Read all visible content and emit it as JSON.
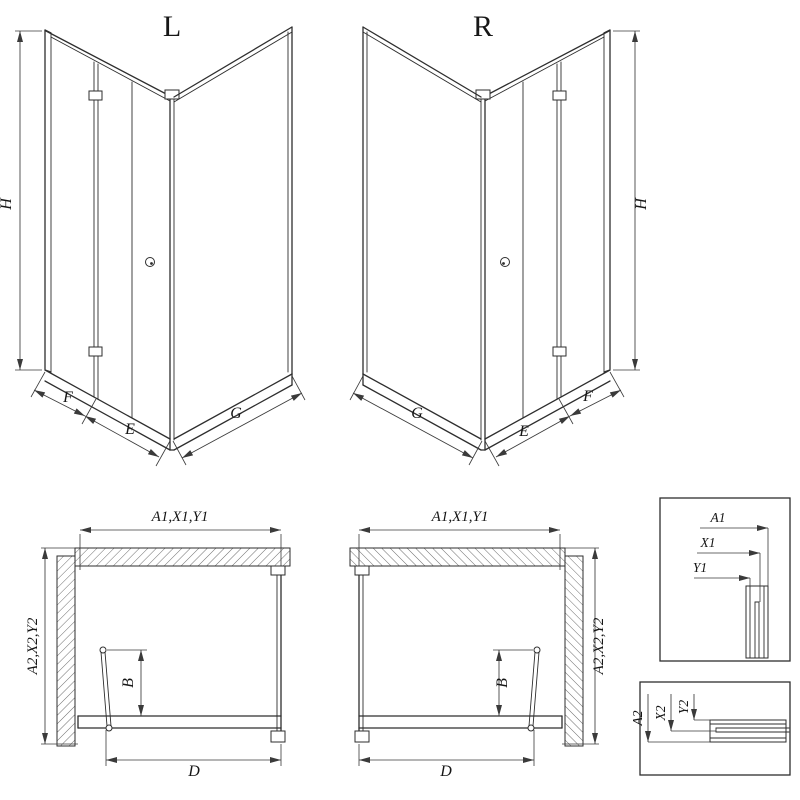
{
  "iso_left": {
    "title": "L",
    "h": "H",
    "f": "F",
    "e": "E",
    "g": "G"
  },
  "iso_right": {
    "title": "R",
    "h": "H",
    "f": "F",
    "e": "E",
    "g": "G"
  },
  "plan_left": {
    "width": "A1,X1,Y1",
    "depth": "A2,X2,Y2",
    "door": "B",
    "entry": "D"
  },
  "plan_right": {
    "width": "A1,X1,Y1",
    "depth": "A2,X2,Y2",
    "door": "B",
    "entry": "D"
  },
  "detail_wall": {
    "a": "A1",
    "x": "X1",
    "y": "Y1"
  },
  "detail_floor": {
    "a": "A2",
    "x": "X2",
    "y": "Y2"
  }
}
